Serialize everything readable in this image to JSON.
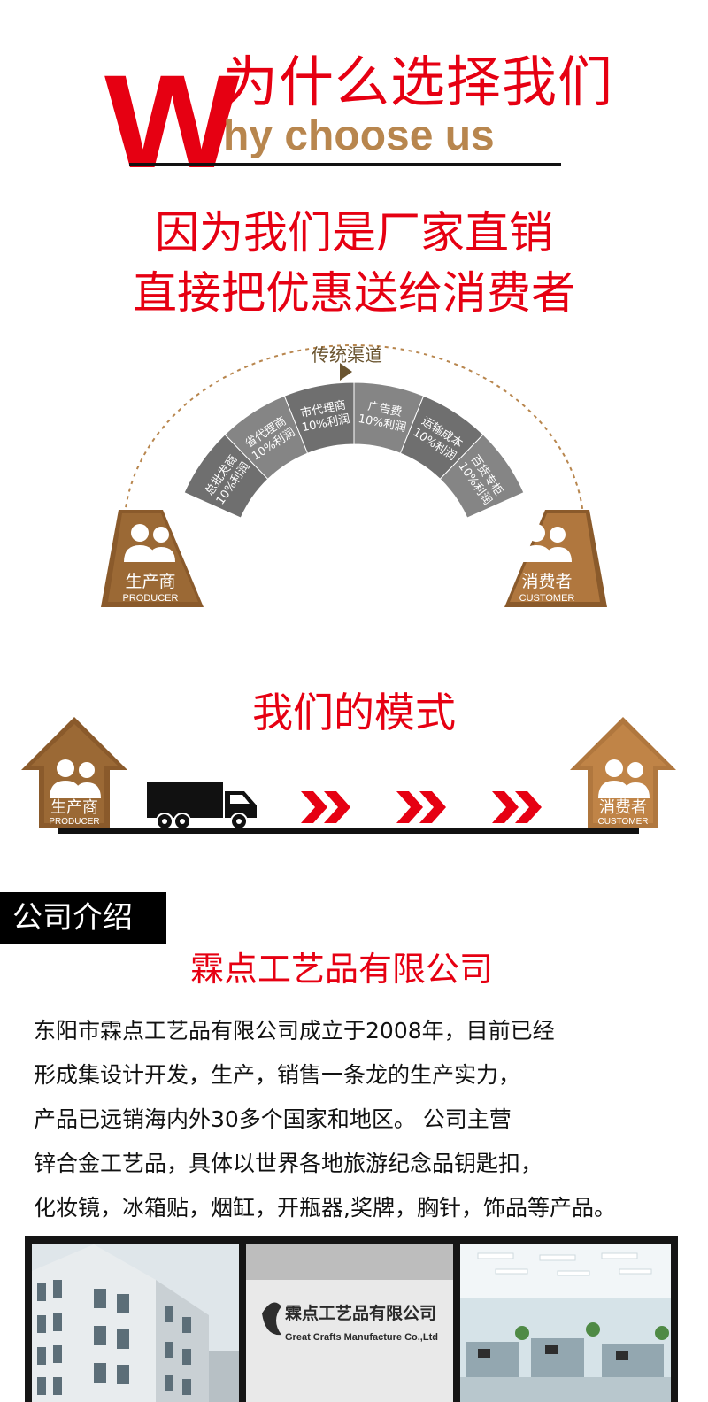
{
  "header": {
    "big_letter": "W",
    "title_cn": "为什么选择我们",
    "title_en": "hy choose us"
  },
  "slogans": [
    "因为我们是厂家直销",
    "直接把优惠送给消费者"
  ],
  "channel": {
    "top_label": "传统渠道",
    "segments": [
      {
        "line1": "总批发商",
        "line2": "10%利润"
      },
      {
        "line1": "省代理商",
        "line2": "10%利润"
      },
      {
        "line1": "市代理商",
        "line2": "10%利润"
      },
      {
        "line1": "广告费",
        "line2": "10%利润"
      },
      {
        "line1": "运输成本",
        "line2": "10%利润"
      },
      {
        "line1": "百货专柜",
        "line2": "10%利润"
      }
    ],
    "producer": {
      "cn": "生产商",
      "en": "PRODUCER"
    },
    "customer": {
      "cn": "消费者",
      "en": "CUSTOMER"
    }
  },
  "mode": {
    "title": "我们的模式",
    "producer": {
      "cn": "生产商",
      "en": "PRODUCER"
    },
    "customer": {
      "cn": "消费者",
      "en": "CUSTOMER"
    }
  },
  "company": {
    "tag": "公司介绍",
    "name": "霖点工艺品有限公司",
    "description": [
      "东阳市霖点工艺品有限公司成立于2008年，目前已经",
      "形成集设计开发，生产，销售一条龙的生产实力，",
      "产品已远销海内外30多个国家和地区。 公司主营",
      "锌合金工艺品，具体以世界各地旅游纪念品钥匙扣，",
      "化妆镜，冰箱贴，烟缸，开瓶器,奖牌，胸针，饰品等产品。"
    ],
    "sign_cn": "霖点工艺品有限公司",
    "sign_en": "Great Crafts Manufacture Co.,Ltd"
  },
  "colors": {
    "red": "#e60012",
    "gold": "#b8864e",
    "brown": "#8a5a2b",
    "gray_dark": "#6d6d6d",
    "gray_light": "#8c8c8c"
  }
}
